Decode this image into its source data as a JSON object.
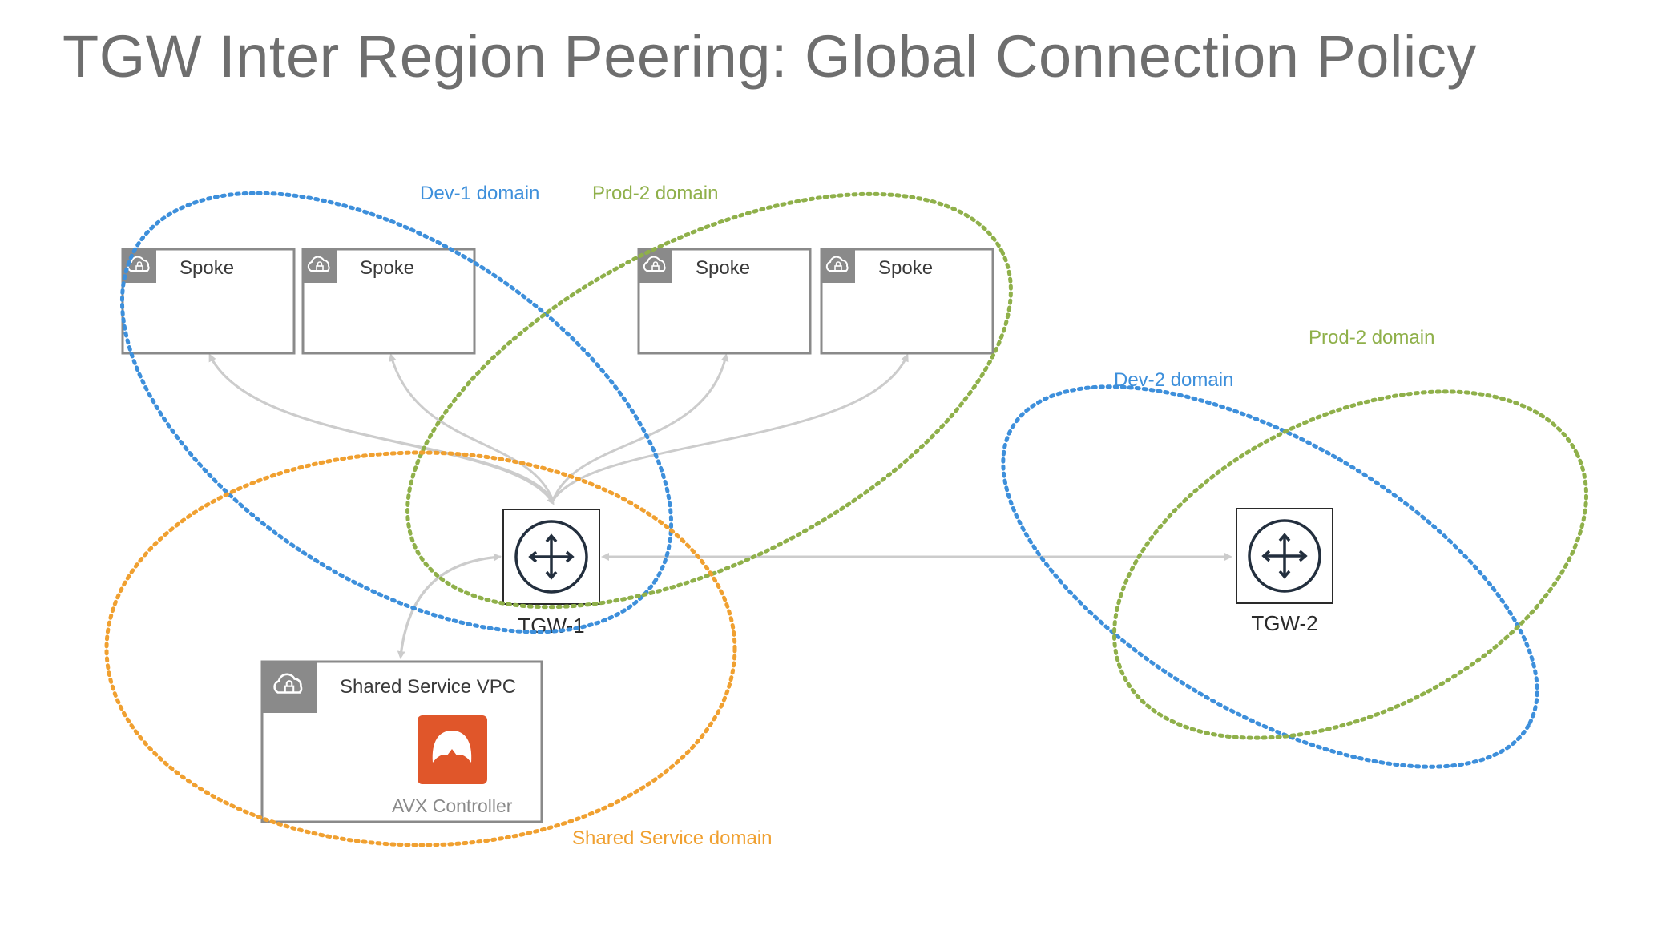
{
  "title": "TGW Inter Region Peering: Global Connection Policy",
  "colors": {
    "dev_domain": "#3d8fdb",
    "prod_domain": "#8fb04a",
    "shared_domain": "#f0a030",
    "box_border": "#8a8a8a",
    "arrow": "#cccccc",
    "title": "#6e6e6e",
    "controller": "#e0562a",
    "icon_bg": "#8a8a8a"
  },
  "domains": {
    "dev1": "Dev-1 domain",
    "prod2_left": "Prod-2 domain",
    "dev2": "Dev-2 domain",
    "prod2_right": "Prod-2 domain",
    "shared": "Shared Service domain"
  },
  "spokes": [
    {
      "label": "Spoke",
      "icon": "cloud-lock-icon"
    },
    {
      "label": "Spoke",
      "icon": "cloud-lock-icon"
    },
    {
      "label": "Spoke",
      "icon": "cloud-lock-icon"
    },
    {
      "label": "Spoke",
      "icon": "cloud-lock-icon"
    }
  ],
  "tgw1": {
    "label": "TGW-1",
    "icon": "router-icon"
  },
  "tgw2": {
    "label": "TGW-2",
    "icon": "router-icon"
  },
  "shared_vpc": {
    "label": "Shared Service VPC",
    "icon": "cloud-lock-icon",
    "controller_label": "AVX Controller",
    "controller_icon": "aviatrix-logo-icon"
  }
}
